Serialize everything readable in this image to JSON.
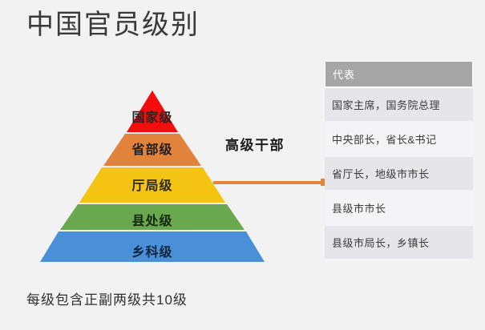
{
  "page": {
    "title": "中国官员级别",
    "background_color": "#f2f2f2",
    "footnote": "每级包含正副两级共10级"
  },
  "pyramid": {
    "name": "官员级别金字塔",
    "levels": [
      {
        "label": "国家级",
        "color": "#f50c0c",
        "rank": 1
      },
      {
        "label": "省部级",
        "color": "#e2833c",
        "rank": 2
      },
      {
        "label": "厅局级",
        "color": "#f5c311",
        "rank": 3
      },
      {
        "label": "县处级",
        "color": "#6aa84f",
        "rank": 4
      },
      {
        "label": "乡科级",
        "color": "#4a90d9",
        "rank": 5
      }
    ]
  },
  "annotation": {
    "group_label": "高级干部",
    "connector_color": "#e2833c"
  },
  "table": {
    "header": "代表",
    "header_bg": "#a6a6a6",
    "rows": [
      "国家主席，国务院总理",
      "中央部长，省长&书记",
      "省厅长，地级市市长",
      "县级市市长",
      "县级市局长，乡镇长"
    ]
  }
}
